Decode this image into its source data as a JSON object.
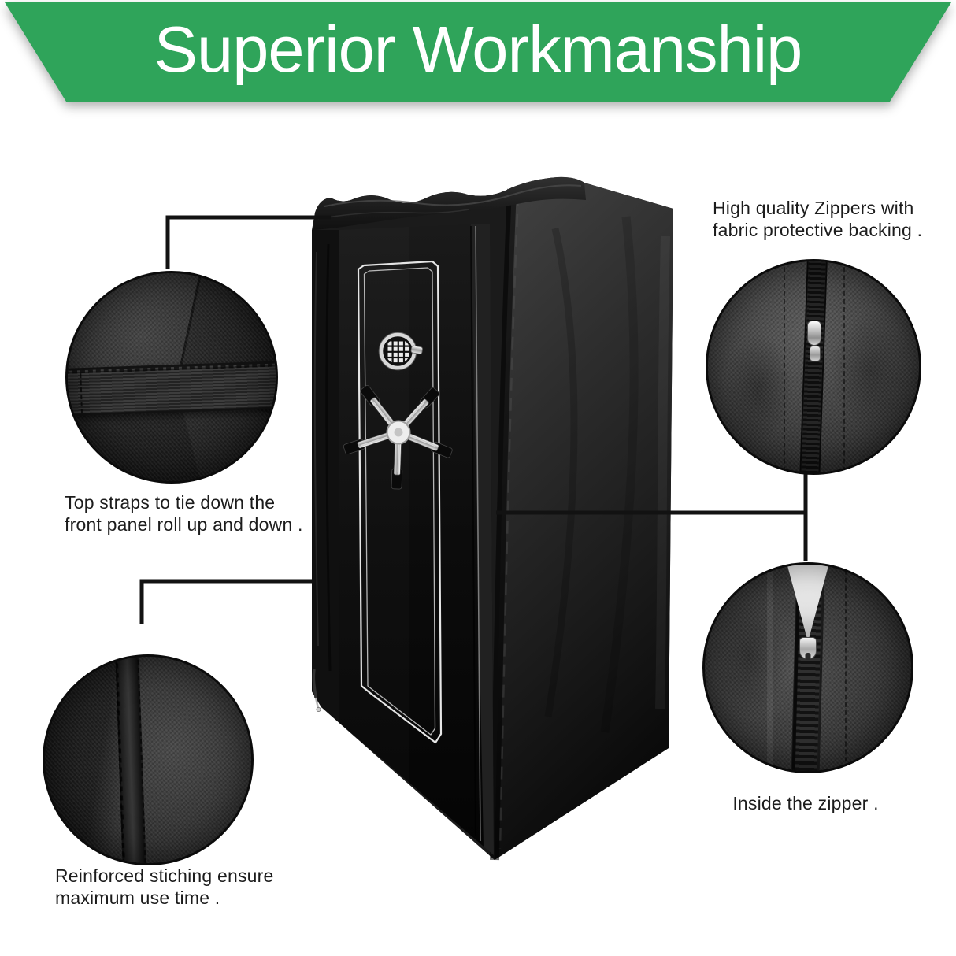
{
  "banner": {
    "title": "Superior Workmanship"
  },
  "colors": {
    "banner_green": "#2FA45A",
    "banner_text": "#ffffff",
    "caption_text": "#1c1c1c",
    "callout_line": "#121212"
  },
  "captions": {
    "zippers": {
      "line1": "High quality Zippers with",
      "line2": "fabric protective backing ."
    },
    "top_straps": {
      "line1": "Top straps to tie down the",
      "line2": "front panel roll up and down ."
    },
    "stitching": {
      "line1": "Reinforced stiching ensure",
      "line2": "maximum use time ."
    },
    "inside_zipper": {
      "line1": "Inside the zipper ."
    }
  }
}
